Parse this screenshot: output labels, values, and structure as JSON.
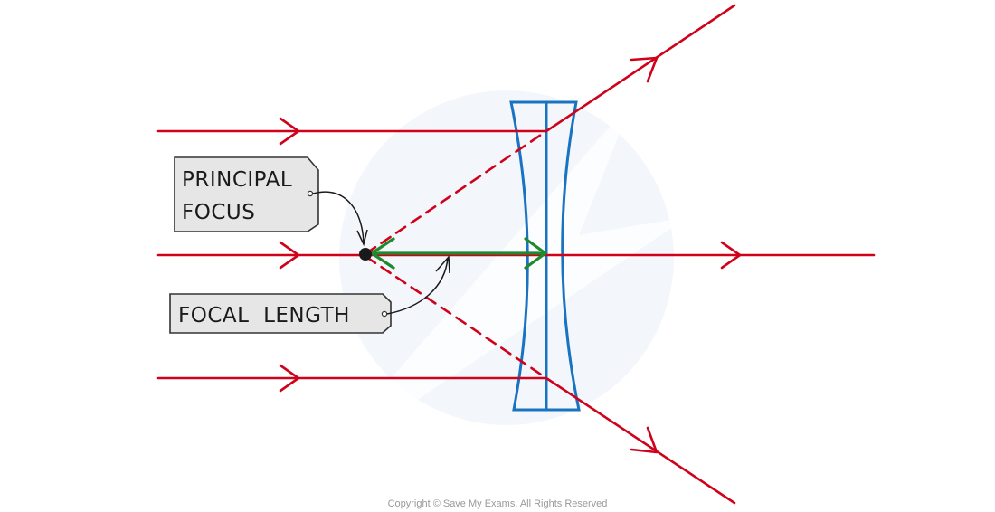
{
  "diagram": {
    "title": "Diverging (concave) lens principal focus and focal length",
    "labels": {
      "principal_focus_line1": "PRINCIPAL",
      "principal_focus_line2": "FOCUS",
      "focal_length": "FOCAL  LENGTH"
    },
    "rays": [
      {
        "name": "top-incident-ray",
        "type": "incident",
        "direction": "parallel to axis"
      },
      {
        "name": "principal-axis-ray",
        "type": "incident",
        "direction": "along principal axis"
      },
      {
        "name": "bottom-incident-ray",
        "type": "incident",
        "direction": "parallel to axis"
      },
      {
        "name": "top-refracted-ray",
        "type": "refracted",
        "direction": "diverging upward"
      },
      {
        "name": "bottom-refracted-ray",
        "type": "refracted",
        "direction": "diverging downward"
      }
    ],
    "construction_lines": [
      "dashed extension to focus (upper)",
      "dashed extension to focus (lower)"
    ],
    "lens_type": "concave (diverging) lens",
    "colors": {
      "ray": "#d0021b",
      "lens": "#1a73c0",
      "focal_length_arrow": "#1e8a2e",
      "label_fill": "#e6e6e6",
      "label_stroke": "#333333",
      "focus_point": "#1a1a1a",
      "watermark": "#eef4fb"
    }
  },
  "footer": {
    "copyright": "Copyright © Save My Exams. All Rights Reserved"
  }
}
